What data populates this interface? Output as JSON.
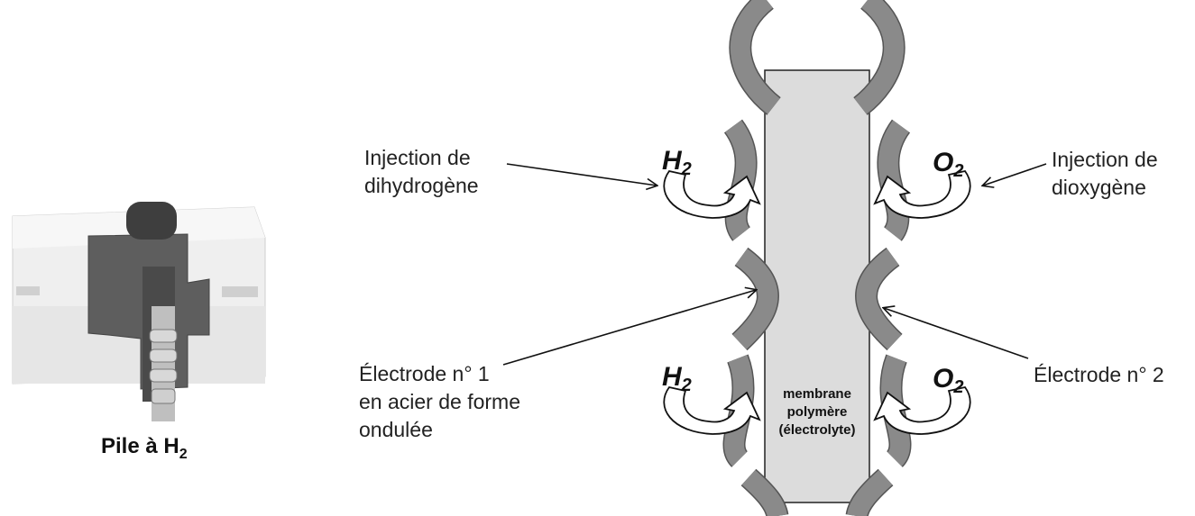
{
  "photo": {
    "caption_main": "Pile à H",
    "caption_sub": "2"
  },
  "labels": {
    "injection_h2_line1": "Injection de",
    "injection_h2_line2": "dihydrogène",
    "injection_o2_line1": "Injection de",
    "injection_o2_line2": "dioxygène",
    "electrode1_line1": "Électrode n° 1",
    "electrode1_line2": "en acier de forme",
    "electrode1_line3": "ondulée",
    "electrode2": "Électrode n° 2"
  },
  "gases": {
    "h2_main": "H",
    "h2_sub": "2",
    "o2_main": "O",
    "o2_sub": "2"
  },
  "membrane": {
    "line1": "membrane",
    "line2": "polymère",
    "line3": "(électrolyte)"
  },
  "colors": {
    "electrode": "#8a8a8a",
    "membrane": "#dcdcdc",
    "photo_body": "#eeeeee",
    "photo_cross": "#5a5a5a"
  }
}
